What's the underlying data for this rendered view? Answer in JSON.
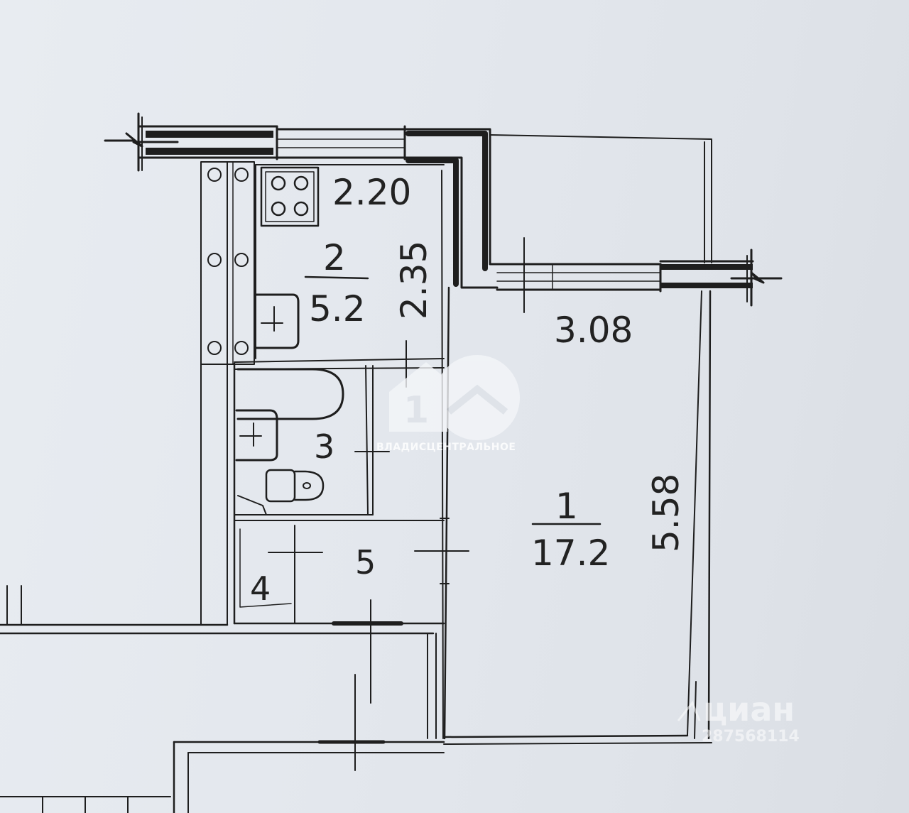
{
  "plan": {
    "kitchen_width": "2.20",
    "kitchen_length": "2.35",
    "kitchen_number": "2",
    "kitchen_area": "5.2",
    "room_number": "1",
    "room_area": "17.2",
    "room_width": "3.08",
    "room_length": "5.58",
    "bathroom_number": "3",
    "closet_number": "4",
    "hall_number": "5"
  },
  "watermarks": {
    "agency_name": "ВЛАДИСЦЕНТРАЛЬНОЕ",
    "site_name": "циан",
    "listing_id": "287568114"
  },
  "colors": {
    "ink": "#1e1e1e",
    "paper": "#e4e8ee",
    "watermark": "#ffffff"
  }
}
